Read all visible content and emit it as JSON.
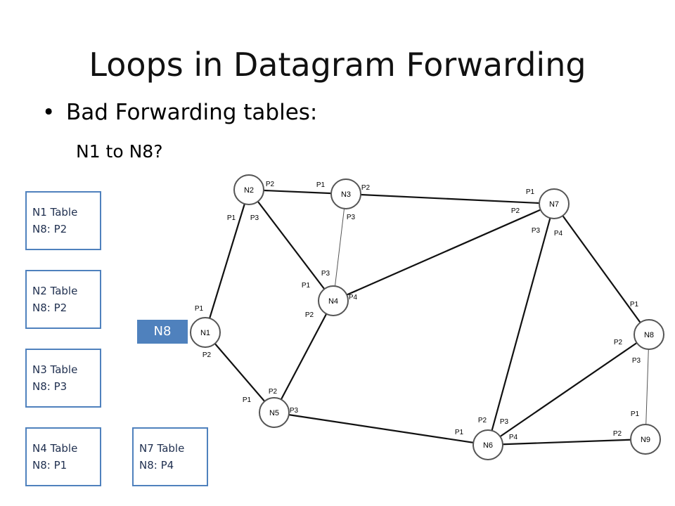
{
  "slide": {
    "title": "Loops in Datagram Forwarding",
    "bullet": "Bad Forwarding tables:",
    "bullet_symbol": "•",
    "subline": "N1 to N8?",
    "destination_tag": "N8",
    "tag_color": "#4f81bd"
  },
  "tables": [
    {
      "title": "N1 Table",
      "entry": "N8: P2"
    },
    {
      "title": "N2 Table",
      "entry": "N8: P2"
    },
    {
      "title": "N3 Table",
      "entry": "N8: P3"
    },
    {
      "title": "N4 Table",
      "entry": "N8: P1"
    },
    {
      "title": "N7 Table",
      "entry": "N8: P4"
    }
  ],
  "network": {
    "nodes": [
      "N1",
      "N2",
      "N3",
      "N4",
      "N5",
      "N6",
      "N7",
      "N8",
      "N9"
    ],
    "edges": [
      {
        "from": "N2",
        "to": "N3",
        "from_port": "P2",
        "to_port": "P1"
      },
      {
        "from": "N3",
        "to": "N7",
        "from_port": "P2",
        "to_port": "P1"
      },
      {
        "from": "N2",
        "to": "N1",
        "from_port": "P1",
        "to_port": "P1"
      },
      {
        "from": "N2",
        "to": "N4",
        "from_port": "P3",
        "to_port": "P1"
      },
      {
        "from": "N3",
        "to": "N4",
        "from_port": "P3",
        "to_port": "P3"
      },
      {
        "from": "N4",
        "to": "N7",
        "from_port": "P4",
        "to_port": "P2"
      },
      {
        "from": "N4",
        "to": "N5",
        "from_port": "P2",
        "to_port": "P2"
      },
      {
        "from": "N1",
        "to": "N5",
        "from_port": "P2",
        "to_port": "P1"
      },
      {
        "from": "N5",
        "to": "N6",
        "from_port": "P3",
        "to_port": "P1"
      },
      {
        "from": "N7",
        "to": "N6",
        "from_port": "P3",
        "to_port": "P2"
      },
      {
        "from": "N7",
        "to": "N8",
        "from_port": "P4",
        "to_port": "P1"
      },
      {
        "from": "N8",
        "to": "N6",
        "from_port": "P2",
        "to_port": "P3"
      },
      {
        "from": "N8",
        "to": "N9",
        "from_port": "P3",
        "to_port": "P1"
      },
      {
        "from": "N9",
        "to": "N6",
        "from_port": "P2",
        "to_port": "P4"
      }
    ]
  }
}
